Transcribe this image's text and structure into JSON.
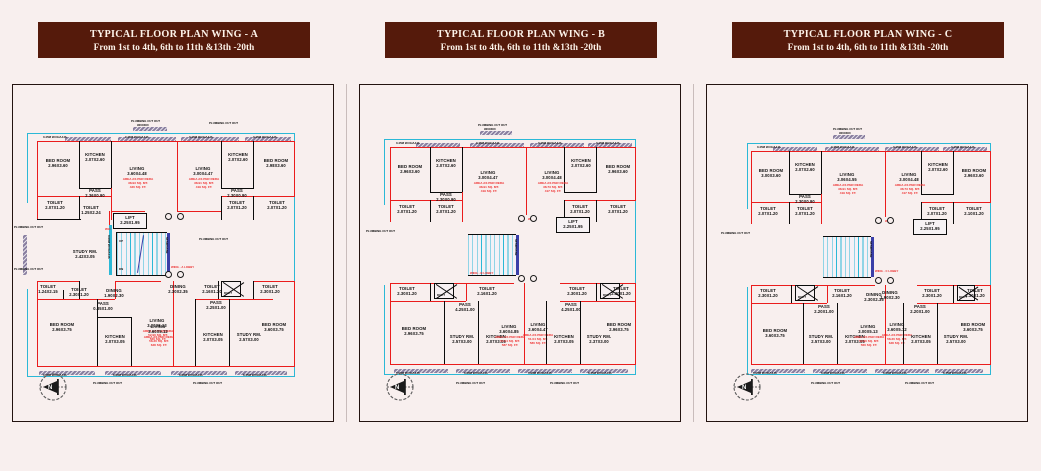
{
  "sheet": {
    "background_color": "#f8efee",
    "banner_color": "#551a0b",
    "banner_text_color": "#fdf3ea",
    "wall_color": "#ea1c1c",
    "annotation_color": "#ee2d2d",
    "chajja_color": "#8a7fa0",
    "cyan_color": "#2bb8d6"
  },
  "wings": [
    {
      "id": "A",
      "banner": {
        "line1": "TYPICAL FLOOR PLAN WING - A",
        "line2": "From 1st to 4th, 6th to 11th &13th -20th"
      },
      "lobby_label": "WING - A LOBBY",
      "north_arrow": "north-arrow",
      "flats": [
        {
          "position": "top-left",
          "rooms": [
            {
              "name": "BED ROOM",
              "dim": "2.96X3.60"
            },
            {
              "name": "KITCHEN",
              "dim": "2.07X2.60"
            },
            {
              "name": "PASS",
              "dim": "2.36X0.90"
            },
            {
              "name": "TOILET",
              "dim": "2.07X1.20"
            },
            {
              "name": "TOILET",
              "dim": "1.25X2.24"
            },
            {
              "name": "STUDY RM.",
              "dim": "2.42X3.05"
            },
            {
              "name": "LIVING",
              "dim": "3.60X4.48"
            }
          ],
          "area_note": {
            "title": "AREA AS PER RERA",
            "sqm": "38.93 SQ. MT.",
            "sqft": "420 SQ. FT."
          }
        },
        {
          "position": "top-right",
          "rooms": [
            {
              "name": "LIVING",
              "dim": "3.00X4.47"
            },
            {
              "name": "KITCHEN",
              "dim": "2.07X2.60"
            },
            {
              "name": "BED ROOM",
              "dim": "2.98X3.60"
            },
            {
              "name": "PASS",
              "dim": "2.30X0.90"
            },
            {
              "name": "TOILET",
              "dim": "2.07X1.20"
            },
            {
              "name": "TOILET",
              "dim": "2.07X1.20"
            }
          ],
          "area_note": {
            "title": "AREA AS PER RERA",
            "sqm": "38.91 SQ. MT.",
            "sqft": "419 SQ. FT."
          }
        },
        {
          "position": "bottom-left",
          "rooms": [
            {
              "name": "BED ROOM",
              "dim": "2.96X3.75"
            },
            {
              "name": "KITCHEN",
              "dim": "2.07X3.05"
            },
            {
              "name": "TOILET",
              "dim": "1.24X2.15"
            },
            {
              "name": "TOILET",
              "dim": "2.30X1.20"
            },
            {
              "name": "DINING",
              "dim": "1.90X2.30"
            },
            {
              "name": "PASS",
              "dim": "0.85X1.00"
            },
            {
              "name": "LIVING",
              "dim": "3.00X5.13"
            }
          ],
          "area_note": {
            "title": "AREA AS PER RERA",
            "sqm": "52.96 SQ. MT.",
            "sqft": "560 SQ. FT."
          }
        },
        {
          "position": "bottom-right",
          "rooms": [
            {
              "name": "LIVING",
              "dim": "3.60X5.12"
            },
            {
              "name": "DINING",
              "dim": "2.30X2.35"
            },
            {
              "name": "KITCHEN",
              "dim": "2.07X3.05"
            },
            {
              "name": "STUDY RM.",
              "dim": "2.57X3.00"
            },
            {
              "name": "PASS",
              "dim": "2.25X1.00"
            },
            {
              "name": "TOILET",
              "dim": "2.16X1.20"
            },
            {
              "name": "TOILET",
              "dim": "2.30X1.20"
            },
            {
              "name": "BED ROOM",
              "dim": "3.60X3.75"
            }
          ],
          "area_note": {
            "title": "AREA AS PER RERA",
            "sqm": "58.30 SQ. MT.",
            "sqft": "628 SQ. FT."
          }
        }
      ],
      "core": {
        "lift_label": "LIFT",
        "lift_dim": "2.25X1.95",
        "stair_label": "STAIRCASE",
        "duct_label": "DUCT",
        "duct_dim": "S.S"
      },
      "annotations": [
        "PLUMBING CUT OUT",
        "900X300",
        "0.45M W.CHAJJA",
        "0.90M W.CHAJJA",
        "0.75M W.CHAJJA",
        "W.R.",
        "UP",
        "DN"
      ]
    },
    {
      "id": "B",
      "banner": {
        "line1": "TYPICAL FLOOR PLAN WING - B",
        "line2": "From 1st to 4th, 6th to 11th &13th -20th"
      },
      "lobby_label": "WING - B LOBBY",
      "north_arrow": "north-arrow",
      "flats": [
        {
          "position": "top-left",
          "rooms": [
            {
              "name": "BED ROOM",
              "dim": "2.96X3.60"
            },
            {
              "name": "KITCHEN",
              "dim": "2.07X2.60"
            },
            {
              "name": "PASS",
              "dim": "2.30X0.90"
            },
            {
              "name": "TOILET",
              "dim": "2.07X1.20"
            },
            {
              "name": "TOILET",
              "dim": "2.07X1.20"
            },
            {
              "name": "LIVING",
              "dim": "3.00X4.47"
            }
          ],
          "area_note": {
            "title": "AREA AS PER RERA",
            "sqm": "38.91 SQ. MT.",
            "sqft": "419 SQ. FT."
          }
        },
        {
          "position": "top-right",
          "rooms": [
            {
              "name": "LIVING",
              "dim": "3.00X4.48"
            },
            {
              "name": "KITCHEN",
              "dim": "2.07X2.60"
            },
            {
              "name": "BED ROOM",
              "dim": "2.96X3.60"
            },
            {
              "name": "TOILET",
              "dim": "2.07X1.20"
            },
            {
              "name": "TOILET",
              "dim": "2.07X1.20"
            }
          ],
          "area_note": {
            "title": "AREA AS PER RERA",
            "sqm": "38.73 SQ. MT.",
            "sqft": "417 SQ. FT."
          }
        },
        {
          "position": "bottom-left",
          "rooms": [
            {
              "name": "BED ROOM",
              "dim": "2.96X3.75"
            },
            {
              "name": "STUDY RM.",
              "dim": "2.57X3.00"
            },
            {
              "name": "KITCHEN",
              "dim": "2.07X3.05"
            },
            {
              "name": "TOILET",
              "dim": "2.30X1.20"
            },
            {
              "name": "TOILET",
              "dim": "2.16X1.20"
            },
            {
              "name": "PASS",
              "dim": "4.25X1.00"
            },
            {
              "name": "LIVING",
              "dim": "3.60X4.47"
            }
          ],
          "area_note": {
            "title": "AREA AS PER RERA",
            "sqm": "51.04 SQ. MT.",
            "sqft": "580 SQ. FT."
          }
        },
        {
          "position": "bottom-right",
          "rooms": [
            {
              "name": "LIVING",
              "dim": "3.60X4.85"
            },
            {
              "name": "KITCHEN",
              "dim": "2.07X3.05"
            },
            {
              "name": "STUDY RM.",
              "dim": "2.37X3.00"
            },
            {
              "name": "PASS",
              "dim": "4.25X1.00"
            },
            {
              "name": "TOILET",
              "dim": "2.30X1.20"
            },
            {
              "name": "TOILET",
              "dim": "2.30X1.20"
            },
            {
              "name": "BED ROOM",
              "dim": "2.96X3.75"
            }
          ],
          "area_note": {
            "title": "AREA AS PER RERA",
            "sqm": "51.54 SQ. MT.",
            "sqft": "587 SQ. FT."
          }
        }
      ],
      "core": {
        "lift_label": "LIFT",
        "lift_dim": "2.25X1.95",
        "stair_label": "STAIRCASE",
        "duct_label": "DUCT",
        "duct_dim": "S.S"
      },
      "annotations": [
        "PLUMBING CUT OUT",
        "900X300",
        "0.45M W.CHAJJA",
        "0.90M W.CHAJJA",
        "0.75M W.CHAJJA",
        "W.R.",
        "UP",
        "DN"
      ]
    },
    {
      "id": "C",
      "banner": {
        "line1": "TYPICAL FLOOR PLAN WING - C",
        "line2": "From 1st to 4th, 6th to 11th &13th -20th"
      },
      "lobby_label": "WING - C LOBBY",
      "north_arrow": "north-arrow",
      "flats": [
        {
          "position": "top-left",
          "rooms": [
            {
              "name": "BED ROOM",
              "dim": "3.00X3.60"
            },
            {
              "name": "KITCHEN",
              "dim": "2.07X2.60"
            },
            {
              "name": "PASS",
              "dim": "2.30X0.90"
            },
            {
              "name": "TOILET",
              "dim": "2.07X1.20"
            },
            {
              "name": "TOILET",
              "dim": "2.07X1.20"
            },
            {
              "name": "LIVING",
              "dim": "3.06X4.55"
            }
          ],
          "area_note": {
            "title": "AREA AS PER RERA",
            "sqm": "38.91 SQ. MT.",
            "sqft": "419 SQ. FT."
          }
        },
        {
          "position": "top-right",
          "rooms": [
            {
              "name": "LIVING",
              "dim": "3.00X4.48"
            },
            {
              "name": "KITCHEN",
              "dim": "2.07X2.60"
            },
            {
              "name": "BED ROOM",
              "dim": "2.96X3.60"
            },
            {
              "name": "TOILET",
              "dim": "2.07X1.20"
            },
            {
              "name": "TOILET",
              "dim": "2.10X1.20"
            }
          ],
          "area_note": {
            "title": "AREA AS PER RERA",
            "sqm": "38.73 SQ. MT.",
            "sqft": "417 SQ. FT."
          }
        },
        {
          "position": "bottom-left",
          "rooms": [
            {
              "name": "BED ROOM",
              "dim": "3.60X3.75"
            },
            {
              "name": "STUDY RM.",
              "dim": "2.57X3.00"
            },
            {
              "name": "KITCHEN",
              "dim": "2.07X3.05"
            },
            {
              "name": "DINING",
              "dim": "2.30X2.35"
            },
            {
              "name": "TOILET",
              "dim": "2.30X1.20"
            },
            {
              "name": "TOILET",
              "dim": "2.16X1.20"
            },
            {
              "name": "PASS",
              "dim": "2.20X1.00"
            },
            {
              "name": "LIVING",
              "dim": "3.60X5.12"
            }
          ],
          "area_note": {
            "title": "AREA AS PER RERA",
            "sqm": "58.30 SQ. MT.",
            "sqft": "628 SQ. FT."
          }
        },
        {
          "position": "bottom-right",
          "rooms": [
            {
              "name": "LIVING",
              "dim": "3.00X5.13"
            },
            {
              "name": "DINING",
              "dim": "1.90X2.30"
            },
            {
              "name": "KITCHEN",
              "dim": "2.07X3.05"
            },
            {
              "name": "STUDY RM.",
              "dim": "2.57X3.00"
            },
            {
              "name": "PASS",
              "dim": "2.20X1.00"
            },
            {
              "name": "TOILET",
              "dim": "2.30X1.20"
            },
            {
              "name": "TOILET",
              "dim": "2.30X1.20"
            },
            {
              "name": "BED ROOM",
              "dim": "3.60X3.75"
            }
          ],
          "area_note": {
            "title": "AREA AS PER RERA",
            "sqm": "52.96 SQ. MT.",
            "sqft": "560 SQ. FT."
          }
        }
      ],
      "core": {
        "lift_label": "LIFT",
        "lift_dim": "2.25X1.95",
        "stair_label": "STAIRCASE",
        "duct_label": "DUCT",
        "duct_dim": "S.S"
      },
      "annotations": [
        "PLUMBING CUT OUT",
        "900X300",
        "0.45M W.CHAJJA",
        "0.90M W.CHAJJA",
        "0.75M W.CHAJJA",
        "W.R.",
        "UP",
        "DN"
      ]
    }
  ],
  "common": {
    "plumbing": "PLUMBING CUT OUT",
    "plumbing_size": "900X300",
    "chajja_045": "0.45M W.CHAJJA",
    "chajja_090": "0.90M W.CHAJJA",
    "chajja_075": "0.75M W.CHAJJA",
    "staircase": "STAIRCASE",
    "duct": "DUCT",
    "ss": "S.S",
    "wr": "W.R.",
    "up": "UP",
    "dn": "DN",
    "area_title": "AREA AS PER RERA"
  }
}
